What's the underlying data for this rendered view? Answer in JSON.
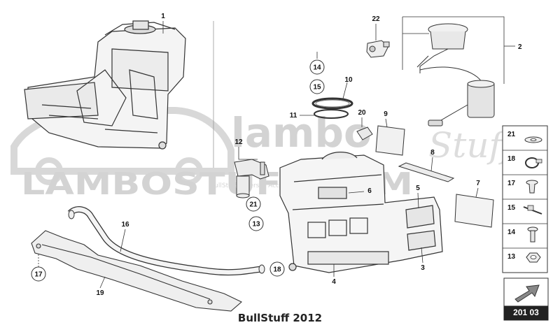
{
  "watermark": {
    "logo_text": "lambo",
    "logo_script": "Stuff",
    "banner_text": "LAMBOSTUFF.COM",
    "tag_text": "BullStuff Tuners & Accessories"
  },
  "callouts": {
    "c1": "1",
    "c2": "2",
    "c3": "3",
    "c4": "4",
    "c5": "5",
    "c6": "6",
    "c7": "7",
    "c8": "8",
    "c9": "9",
    "c10": "10",
    "c11": "11",
    "c12": "12",
    "c13": "13",
    "c14": "14",
    "c15": "15",
    "c16": "16",
    "c17": "17",
    "c18": "18",
    "c19": "19",
    "c20": "20",
    "c21": "21",
    "c22": "22"
  },
  "legend": {
    "items": [
      {
        "num": "21",
        "icon": "washer-icon"
      },
      {
        "num": "18",
        "icon": "hose-clamp-icon"
      },
      {
        "num": "17",
        "icon": "expanding-rivet-icon"
      },
      {
        "num": "15",
        "icon": "cable-tie-icon"
      },
      {
        "num": "14",
        "icon": "bolt-icon"
      },
      {
        "num": "13",
        "icon": "hex-nut-icon"
      }
    ]
  },
  "page_code": "201 03",
  "footer": "BullStuff 2012"
}
